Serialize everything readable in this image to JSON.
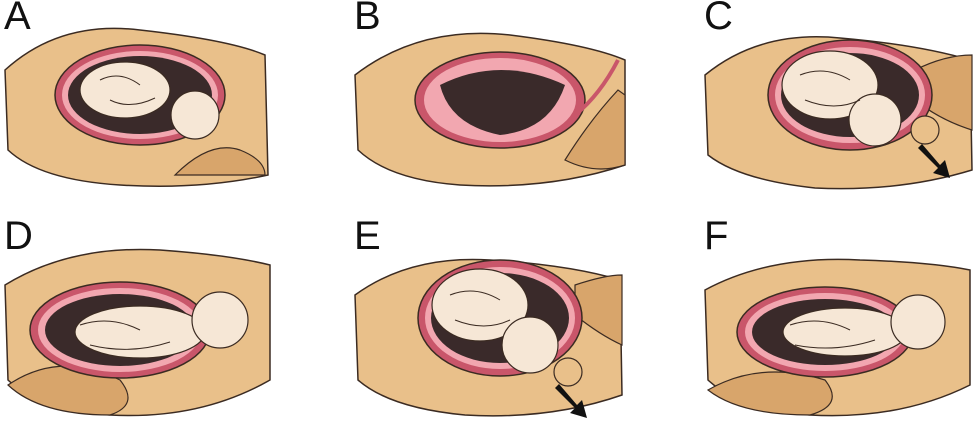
{
  "panels": [
    {
      "label": "A"
    },
    {
      "label": "B"
    },
    {
      "label": "C"
    },
    {
      "label": "D"
    },
    {
      "label": "E"
    },
    {
      "label": "F"
    }
  ],
  "colors": {
    "skin": "#e9c08a",
    "skin_shadow": "#d8a56b",
    "uterus_wall": "#c9566a",
    "uterus_lining": "#f2a7b0",
    "cavity": "#3a2a2a",
    "fetus": "#f6e7d6",
    "outline": "#3b2b22",
    "arrow": "#111111"
  }
}
